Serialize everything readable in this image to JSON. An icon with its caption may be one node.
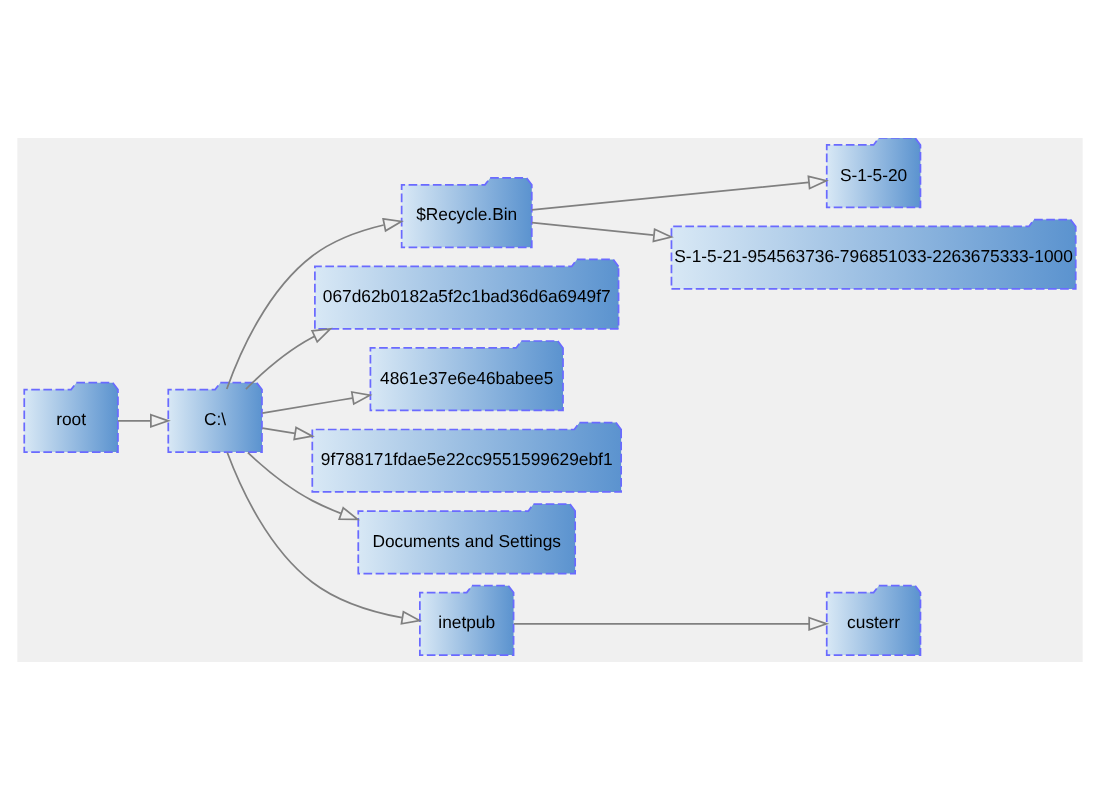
{
  "diagram": {
    "nodes": [
      {
        "text": [
          "root"
        ]
      },
      {
        "text": [
          "C:\\"
        ]
      },
      {
        "text": [
          "$Recycle.Bin"
        ]
      },
      {
        "text": [
          "S-1-5-20"
        ]
      },
      {
        "text": [
          "S-1-5-21-954563736-796851033-2263675333-1000"
        ]
      },
      {
        "text": [
          "067d62b0182a5f2c1bad36d6a6949f7"
        ]
      },
      {
        "text": [
          "4861e37e6e46babee5"
        ]
      },
      {
        "text": [
          "9f788171fdae5e22cc9551599629ebf1"
        ]
      },
      {
        "text": [
          "Documents and Settings"
        ]
      },
      {
        "text": [
          "inetpub"
        ]
      },
      {
        "text": [
          "custerr"
        ]
      }
    ],
    "edges": [
      {
        "from": 0,
        "to": 1,
        "arrow": "to"
      },
      {
        "from": 1,
        "to": 2,
        "arrow": "to"
      },
      {
        "from": 2,
        "to": 3,
        "arrow": "to"
      },
      {
        "from": 2,
        "to": 4,
        "arrow": "to"
      },
      {
        "from": 1,
        "to": 5,
        "arrow": "to"
      },
      {
        "from": 1,
        "to": 6,
        "arrow": "to"
      },
      {
        "from": 1,
        "to": 7,
        "arrow": "to"
      },
      {
        "from": 1,
        "to": 8,
        "arrow": "to"
      },
      {
        "from": 1,
        "to": 9,
        "arrow": "to"
      },
      {
        "from": 9,
        "to": 10,
        "arrow": "to"
      }
    ]
  }
}
